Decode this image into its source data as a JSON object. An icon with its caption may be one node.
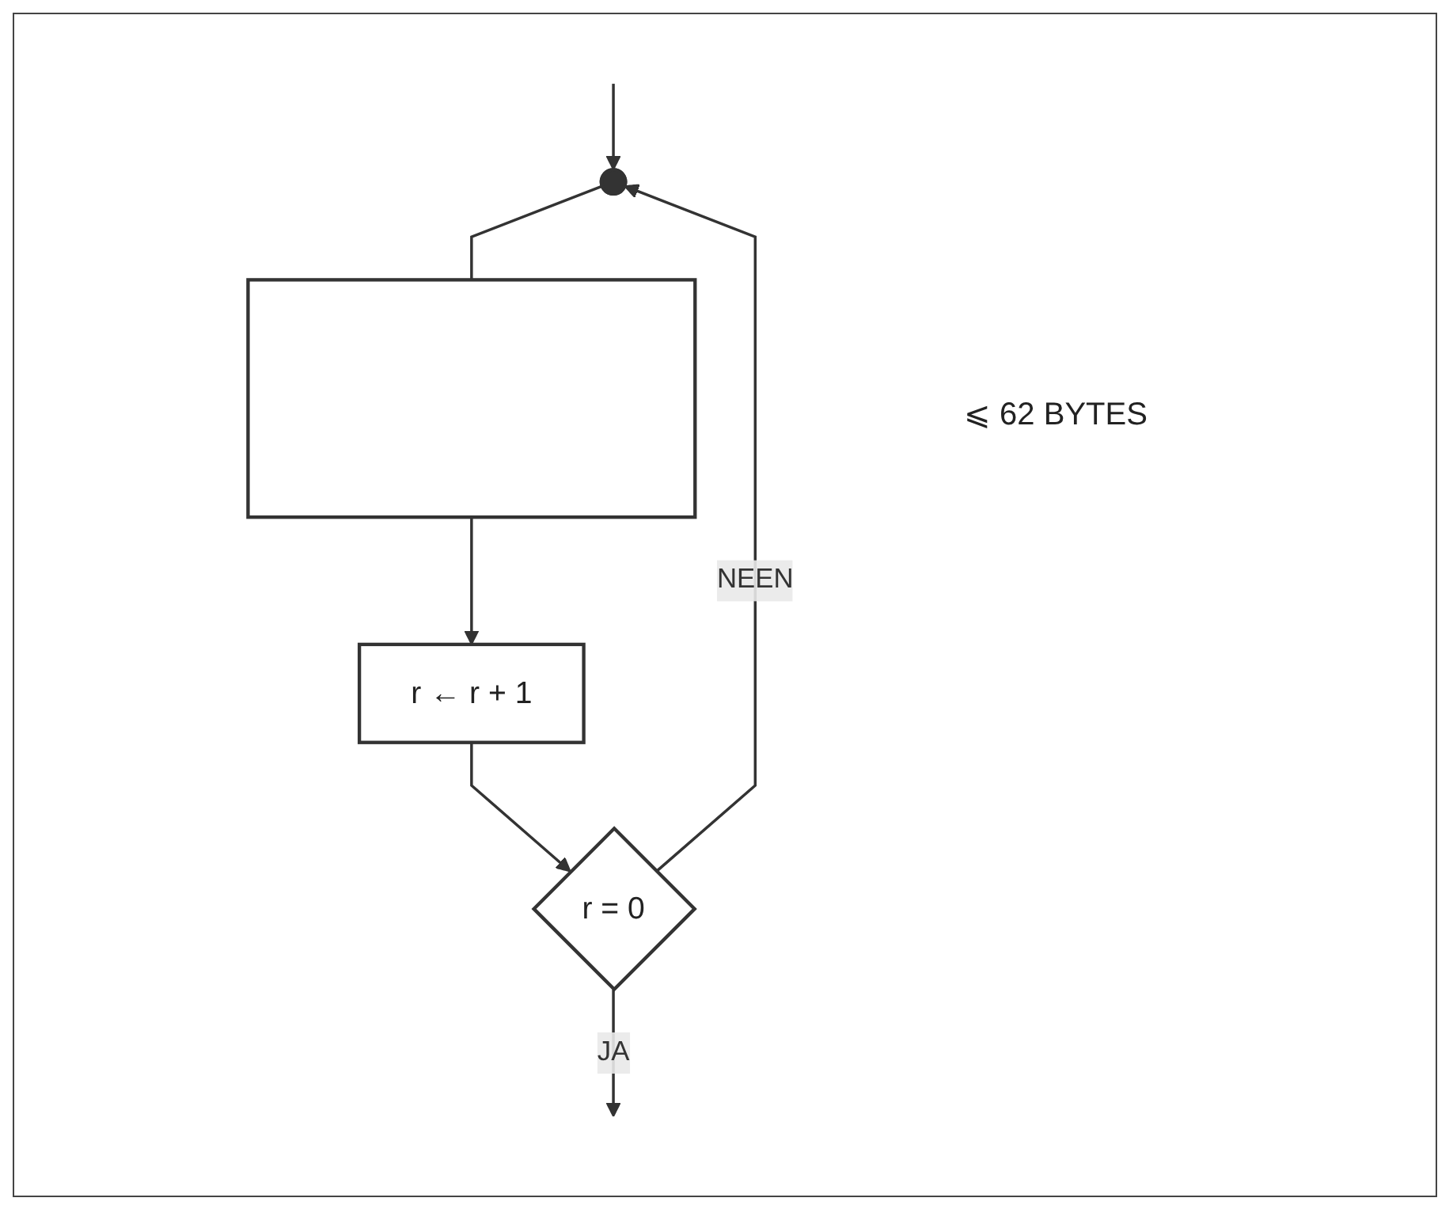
{
  "diagram": {
    "nodes": [
      {
        "text": [],
        "shape": "circle"
      },
      {
        "text": [],
        "shape": "box"
      },
      {
        "text": [
          "r ← r + 1"
        ]
      },
      {
        "text": [
          "r = 0"
        ]
      }
    ],
    "edges": [
      {
        "from": null,
        "to": 0,
        "arrow": "to"
      },
      {
        "from": 0,
        "to": 1,
        "arrow": "none"
      },
      {
        "from": 1,
        "to": 2,
        "arrow": "to"
      },
      {
        "from": 2,
        "to": 3,
        "arrow": "to"
      },
      {
        "from": 3,
        "to": 0,
        "arrow": "to",
        "label": "NEEN"
      },
      {
        "from": 3,
        "to": null,
        "arrow": "to",
        "label": "JA"
      }
    ],
    "labels": [
      "⩽ 62 BYTES"
    ]
  }
}
